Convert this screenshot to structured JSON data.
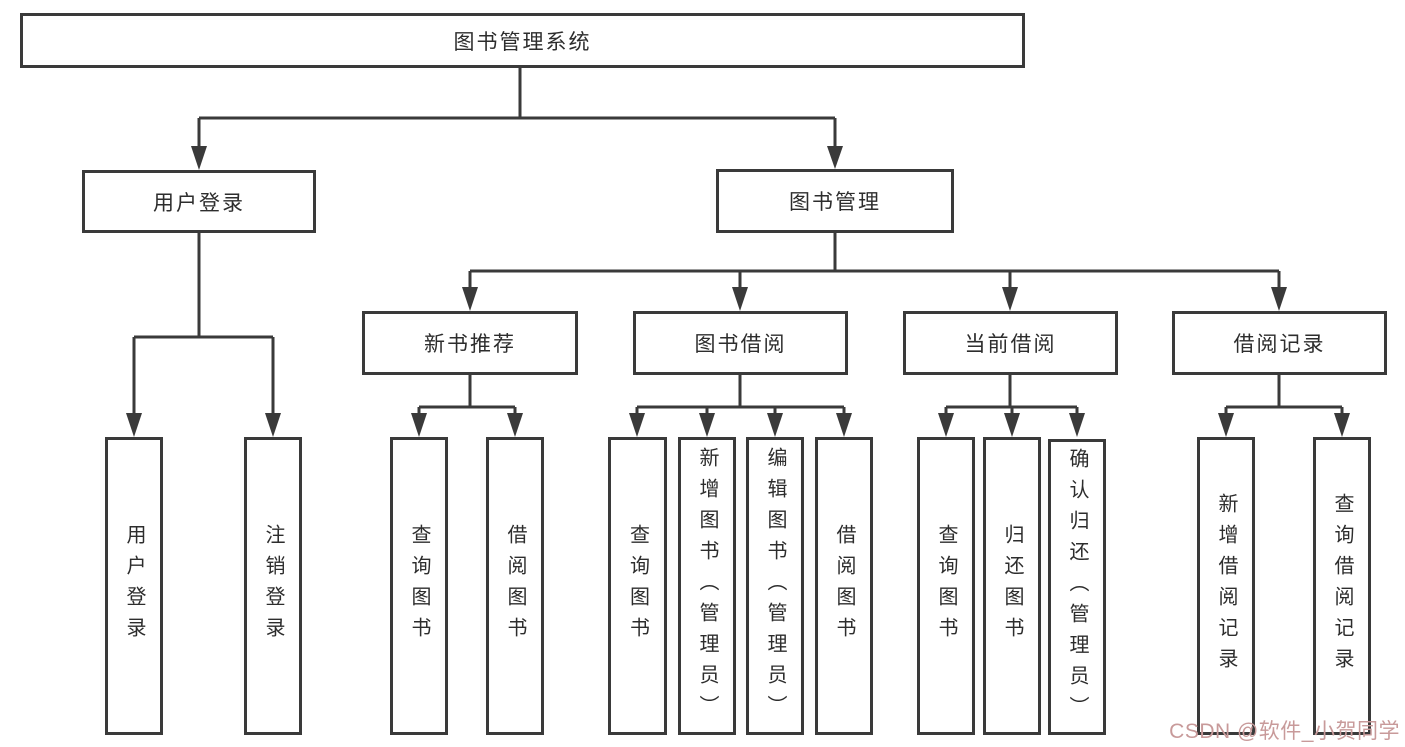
{
  "tree": {
    "root": "图书管理系统",
    "branches": [
      {
        "label": "用户登录",
        "children": [
          "用户登录",
          "注销登录"
        ]
      },
      {
        "label": "图书管理",
        "sections": [
          {
            "label": "新书推荐",
            "children": [
              "查询图书",
              "借阅图书"
            ]
          },
          {
            "label": "图书借阅",
            "children": [
              "查询图书",
              "新增图书（管理员）",
              "编辑图书（管理员）",
              "借阅图书"
            ]
          },
          {
            "label": "当前借阅",
            "children": [
              "查询图书",
              "归还图书",
              "确认归还（管理员）"
            ]
          },
          {
            "label": "借阅记录",
            "children": [
              "新增借阅记录",
              "查询借阅记录"
            ]
          }
        ]
      }
    ]
  },
  "watermark": {
    "text": "CSDN @软件_小贺同学",
    "color": "#c89a9a"
  },
  "colors": {
    "line": "#3a3a3a",
    "text": "#2d2d2d",
    "background": "#ffffff"
  }
}
